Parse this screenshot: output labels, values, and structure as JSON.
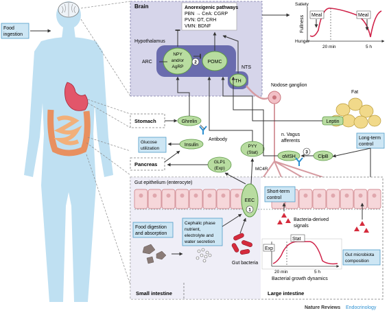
{
  "labels": {
    "food_ingestion_line1": "Food",
    "food_ingestion_line2": "ingestion",
    "brain_title": "Brain",
    "anorexigenic_title": "Anorexigenic pathways",
    "anorexigenic_line1": "PBN → CeA: CGRP",
    "anorexigenic_line2": "PVN: OT, CRH",
    "anorexigenic_line3": "VMN: BDNF",
    "hypothalamus": "Hypothalamus",
    "arc": "ARC",
    "npy_line1": "NPY",
    "npy_line2": "and/or",
    "npy_line3": "AgRP",
    "step2": "2",
    "pomc": "POMC",
    "nts": "NTS",
    "th": "TH",
    "nodose_ganglion": "Nodose ganglion",
    "fat": "Fat",
    "leptin": "Leptin",
    "long_term_line1": "Long-term",
    "long_term_line2": "control",
    "stomach": "Stomach",
    "ghrelin": "Ghrelin",
    "antibody": "Antibody",
    "glucose_line1": "Glucose",
    "glucose_line2": "utilization",
    "insulin": "Insulin",
    "pancreas": "Pancreas",
    "glp1_line1": "GLP1",
    "glp1_line2": "(Exp)",
    "pyy_line1": "PYY",
    "pyy_line2": "(Stat)",
    "vagus_line1": "n. Vagus",
    "vagus_line2": "afferents",
    "amsh": "αMSH",
    "step3": "3",
    "clpb": "ClpB",
    "mc4r": "MC4R",
    "gut_epithelium": "Gut epithelium (enterocyte)",
    "eec": "EEC",
    "step1": "1",
    "short_term_line1": "Short-term",
    "short_term_line2": "control",
    "bacteria_signals_line1": "Bacteria-derived",
    "bacteria_signals_line2": "signals",
    "food_digestion_line1": "Food digestion",
    "food_digestion_line2": "and absorption",
    "cephalic_line1": "Cephalic phase",
    "cephalic_line2": "nutrient,",
    "cephalic_line3": "electrolyte and",
    "cephalic_line4": "water secretion",
    "gut_bacteria": "Gut bacteria",
    "exp": "Exp",
    "stat": "Stat",
    "growth_20min": "20 min",
    "growth_5h": "5 h",
    "growth_title": "Bacterial growth dynamics",
    "gut_microbiota_line1": "Gut microbiota",
    "gut_microbiota_line2": "composition",
    "small_intestine": "Small intestine",
    "large_intestine": "Large intestine",
    "satiety": "Satiety",
    "fullness": "Fullness",
    "hunger": "Hunger",
    "meal_1": "Meal",
    "meal_2": "Meal",
    "fullness_20min": "20 min",
    "fullness_5h": "5 h",
    "journal": "Nature Reviews",
    "journal_section": "Endocrinology"
  },
  "colors": {
    "hypothalamus_bg": "#d6d5ea",
    "arc_fill": "#6a6cae",
    "green_node": "#b8dca0",
    "node_stroke": "#5e9a48",
    "label_box": "#cde6f4",
    "body": "#bfe0f2",
    "curve": "#d0244a",
    "microbe_red": "#d52b3c",
    "nerve": "#d69aa0"
  },
  "icons": {
    "brain": "brain-icon",
    "stomach": "stomach-icon",
    "intestine": "intestine-icon",
    "fat": "fat-cells-icon",
    "antibody": "antibody-icon",
    "bacteria": "bacteria-icon"
  }
}
